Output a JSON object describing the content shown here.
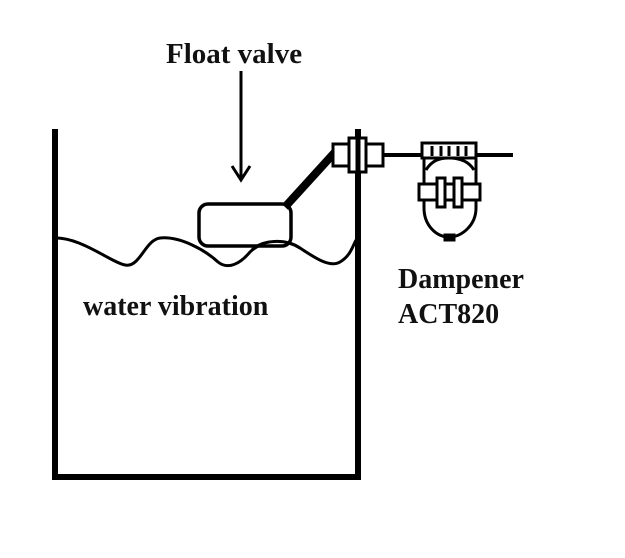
{
  "diagram": {
    "labels": {
      "float_valve": "Float valve",
      "water_vibration": "water vibration",
      "dampener_name": "Dampener",
      "dampener_model": "ACT820"
    },
    "colors": {
      "stroke": "#000000",
      "background": "#ffffff",
      "text": "#111111"
    },
    "components": [
      "tank",
      "water-surface",
      "float",
      "float-arm",
      "pipe-fitting",
      "pipe",
      "dampener",
      "indicator-arrow"
    ]
  }
}
